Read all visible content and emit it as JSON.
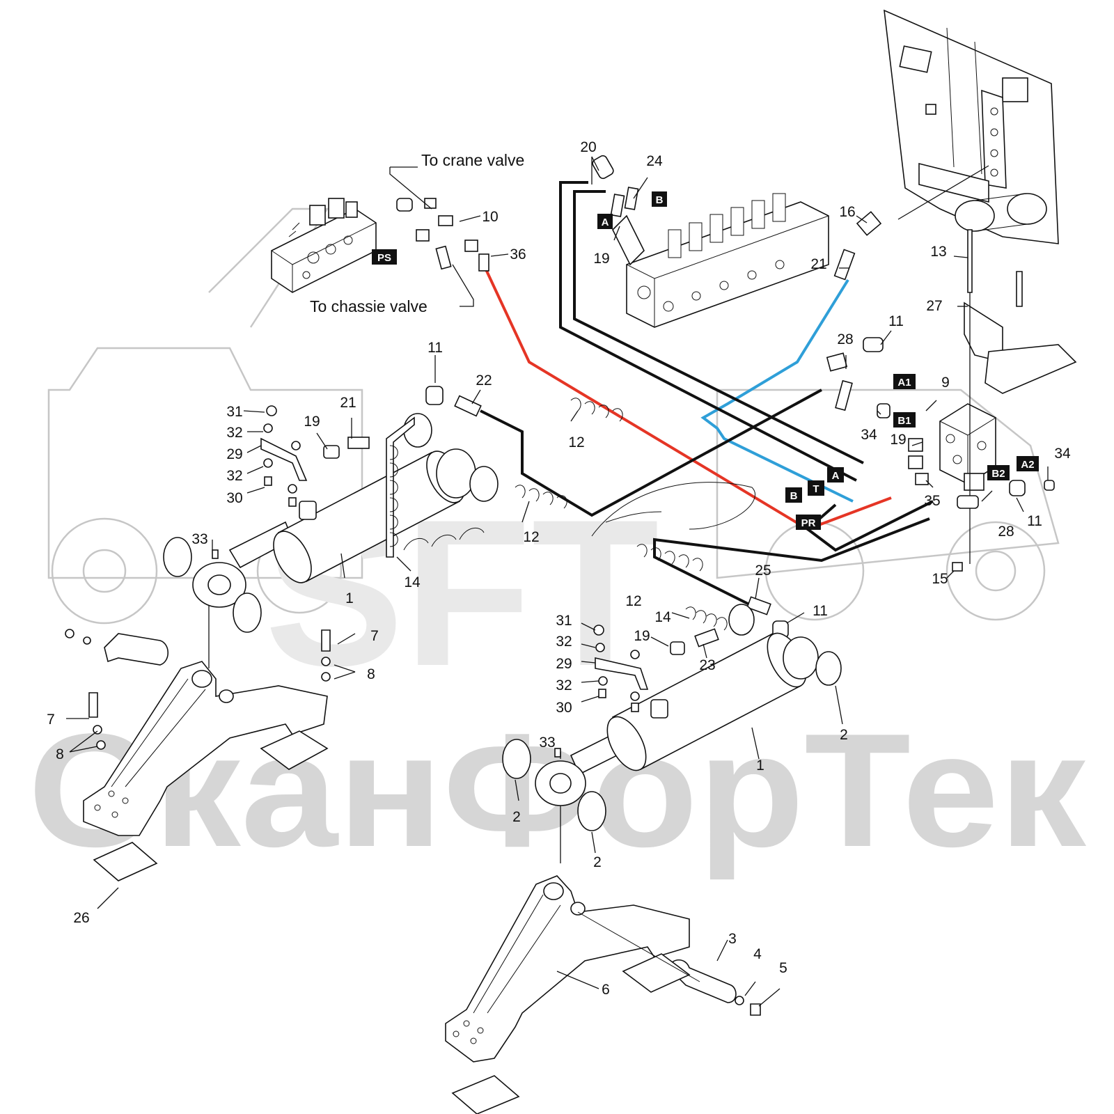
{
  "watermark": {
    "brand": "SFT",
    "company": "СканФорТек"
  },
  "notes": {
    "crane": "To crane valve",
    "chassis": "To chassie valve"
  },
  "ports": {
    "ps": "PS",
    "a_top": "A",
    "b_top": "B",
    "a1": "A1",
    "b1": "B1",
    "a2": "A2",
    "b2": "B2",
    "a_mid": "A",
    "b_mid": "B",
    "t_mid": "T",
    "pr": "PR"
  },
  "callouts": {
    "c20": "20",
    "c24": "24",
    "c19a": "19",
    "c10": "10",
    "c36": "36",
    "c16": "16",
    "c21a": "21",
    "c13": "13",
    "c27": "27",
    "c11a": "11",
    "c28a": "28",
    "c9": "9",
    "c34a": "34",
    "c19b": "19",
    "c34b": "34",
    "c35": "35",
    "c28b": "28",
    "c11b": "11",
    "c15": "15",
    "c11c": "11",
    "c22": "22",
    "c21b": "21",
    "c19c": "19",
    "c31a": "31",
    "c32a": "32",
    "c29a": "29",
    "c32b": "32",
    "c30a": "30",
    "c12a": "12",
    "c12b": "12",
    "c12c": "12",
    "c14a": "14",
    "c33a": "33",
    "c1a": "1",
    "c7a": "7",
    "c8a": "8",
    "c7b": "7",
    "c8b": "8",
    "c26": "26",
    "c25": "25",
    "c11d": "11",
    "c14b": "14",
    "c23": "23",
    "c31b": "31",
    "c32c": "32",
    "c29b": "29",
    "c32d": "32",
    "c30b": "30",
    "c19d": "19",
    "c2a": "2",
    "c1b": "1",
    "c33b": "33",
    "c2b": "2",
    "c2c": "2",
    "c3": "3",
    "c4": "4",
    "c5": "5",
    "c6": "6"
  },
  "line_colors": {
    "pressure": "#e53525",
    "tank": "#2f9fd8",
    "work": "#111111",
    "tag": "#111111"
  }
}
